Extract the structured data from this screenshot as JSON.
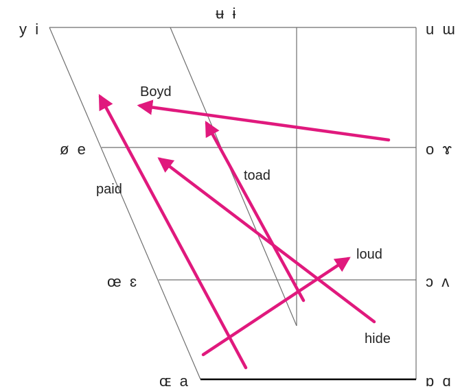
{
  "colors": {
    "arrow": "#e0197d",
    "grid": "#6e6e6e",
    "text": "#222222"
  },
  "vowel_symbols": {
    "close_front": "y  i",
    "close_central": "ʉ  ɨ",
    "close_back": "u  ɯ",
    "closemid_front": "ø  e",
    "closemid_back": "o  ɤ",
    "openmid_front": "œ  ɛ",
    "openmid_back": "ɔ  ʌ",
    "open_front": "ɶ  a",
    "open_back": "ɒ  ɑ"
  },
  "diphthongs": [
    {
      "word": "Boyd"
    },
    {
      "word": "toad"
    },
    {
      "word": "paid"
    },
    {
      "word": "loud"
    },
    {
      "word": "hide"
    }
  ]
}
